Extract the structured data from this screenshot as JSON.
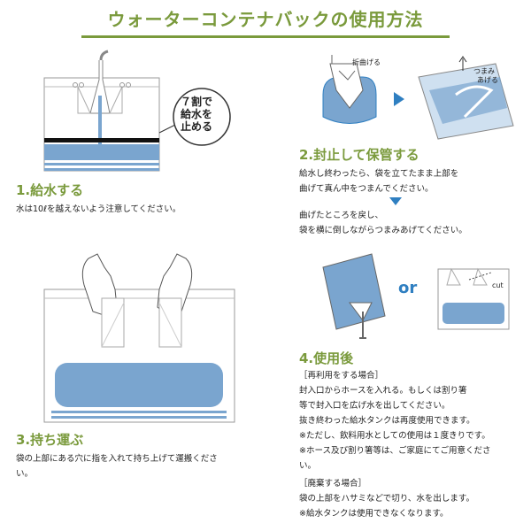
{
  "page": {
    "title": "ウォーターコンテナバックの使用方法"
  },
  "step1": {
    "title": "1.給水する",
    "body": "水は10ℓを越えないよう注意してください。",
    "bubble_line1": "７割で",
    "bubble_line2": "給水を",
    "bubble_line3": "止める"
  },
  "step2": {
    "title": "2.封止して保管する",
    "line1": "給水し終わったら、袋を立てたまま上部を",
    "line2": "曲げて真ん中をつまんでください。",
    "line3": "曲げたところを戻し、",
    "line4": "袋を横に倒しながらつまみあげてください。",
    "fold_label": "折曲げる",
    "pinch_label_1": "つまみ",
    "pinch_label_2": "あげる"
  },
  "step3": {
    "title": "3.持ち運ぶ",
    "line1": "袋の上部にある穴に指を入れて持ち上げて運搬くださ",
    "line2": "い。"
  },
  "step4": {
    "title": "4.使用後",
    "or_label": "or",
    "cut_label": "cut",
    "reuse_header": "［再利用をする場合］",
    "reuse_line1": "封入口からホースを入れる。もしくは割り箸",
    "reuse_line2": "等で封入口を広げ水を出してください。",
    "reuse_line3": "抜き終わった給水タンクは再度使用できます。",
    "reuse_line4": "※ただし、飲料用水としての使用は１度きりです。",
    "reuse_line5": "※ホース及び割り箸等は、ご家庭にてご用意くださ",
    "reuse_line6": "い。",
    "dispose_header": "［廃棄する場合］",
    "dispose_line1": "袋の上部をハサミなどで切り、水を出します。",
    "dispose_line2": "※給水タンクは使用できなくなります。"
  },
  "colors": {
    "accent_green": "#7a9a3c",
    "water_blue": "#7aa5cf",
    "arrow_blue": "#2f7fc1"
  }
}
